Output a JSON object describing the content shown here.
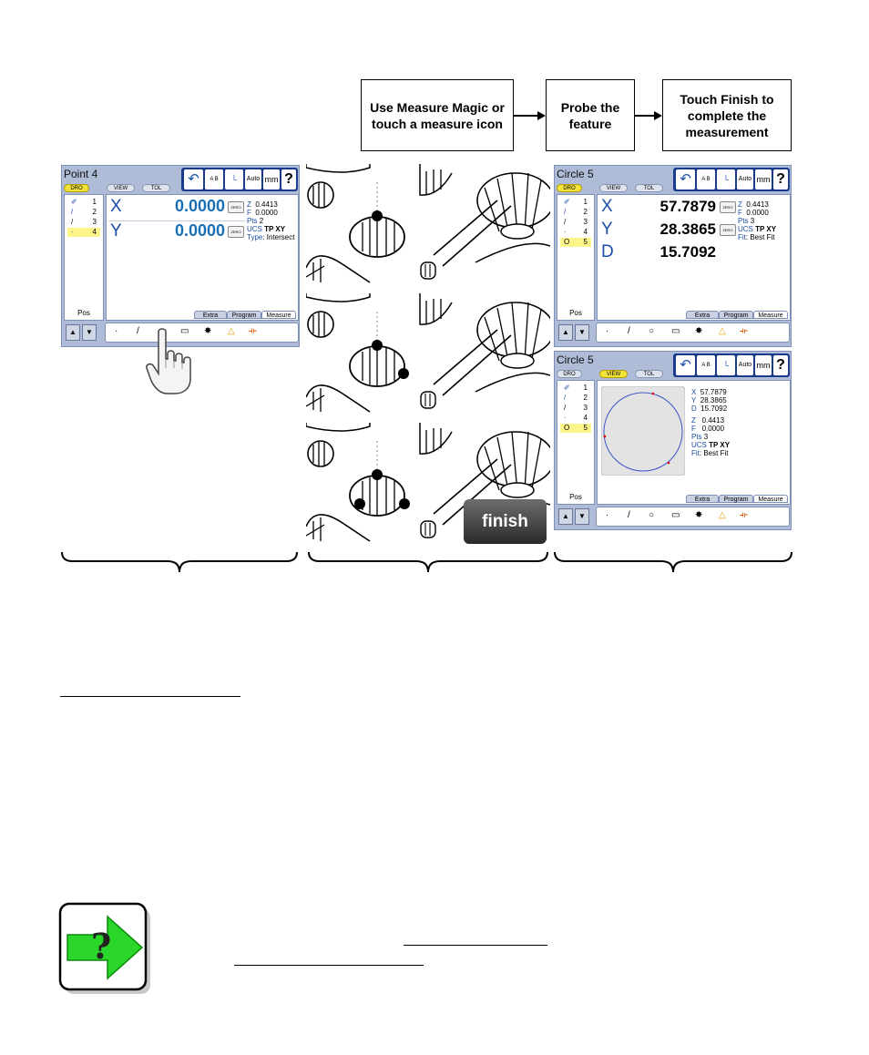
{
  "flow": {
    "box1": "Use Measure Magic or touch a measure icon",
    "box2": "Probe the feature",
    "box3": "Touch Finish to complete the measurement"
  },
  "screen_left": {
    "title": "Point 4",
    "dro": "DRO",
    "view": "VIEW",
    "tol": "TOL",
    "auto": "Auto",
    "mm": "mm",
    "help": "?",
    "list": [
      {
        "n": "1"
      },
      {
        "n": "2"
      },
      {
        "n": "3"
      },
      {
        "n": "4"
      }
    ],
    "pos": "Pos",
    "x_label": "X",
    "x_value": "0.0000",
    "y_label": "Y",
    "y_value": "0.0000",
    "zero": "ZERO",
    "info": {
      "z_k": "Z",
      "z_v": "0.4413",
      "f_k": "F",
      "f_v": "0.0000",
      "pts_k": "Pts",
      "pts_v": "2",
      "ucs_k": "UCS",
      "ucs_v": "TP XY",
      "type_k": "Type",
      "type_v": ": Intersect"
    },
    "tabs": [
      "Extra",
      "Program",
      "Measure"
    ]
  },
  "screen_right_top": {
    "title": "Circle 5",
    "dro": "DRO",
    "view": "VIEW",
    "tol": "TOL",
    "auto": "Auto",
    "mm": "mm",
    "help": "?",
    "list": [
      {
        "n": "1"
      },
      {
        "n": "2"
      },
      {
        "n": "3"
      },
      {
        "n": "4"
      },
      {
        "n": "5"
      }
    ],
    "pos": "Pos",
    "x_label": "X",
    "x_value": "57.7879",
    "y_label": "Y",
    "y_value": "28.3865",
    "d_label": "D",
    "d_value": "15.7092",
    "zero": "ZERO",
    "info": {
      "z_k": "Z",
      "z_v": "0.4413",
      "f_k": "F",
      "f_v": "0.0000",
      "pts_k": "Pts",
      "pts_v": "3",
      "ucs_k": "UCS",
      "ucs_v": "TP XY",
      "fit_k": "Fit",
      "fit_v": ": Best Fit"
    },
    "tabs": [
      "Extra",
      "Program",
      "Measure"
    ]
  },
  "screen_right_bottom": {
    "title": "Circle 5",
    "dro": "DRO",
    "view": "VIEW",
    "tol": "TOL",
    "auto": "Auto",
    "mm": "mm",
    "help": "?",
    "list": [
      {
        "n": "1"
      },
      {
        "n": "2"
      },
      {
        "n": "3"
      },
      {
        "n": "4"
      },
      {
        "n": "5"
      }
    ],
    "pos": "Pos",
    "info": {
      "x_k": "X",
      "x_v": "57.7879",
      "y_k": "Y",
      "y_v": "28.3865",
      "d_k": "D",
      "d_v": "15.7092",
      "z_k": "Z",
      "z_v": "0.4413",
      "f_k": "F",
      "f_v": "0.0000",
      "pts_k": "Pts",
      "pts_v": "3",
      "ucs_k": "UCS",
      "ucs_v": "TP XY",
      "fit_k": "Fit",
      "fit_v": ": Best Fit"
    },
    "tabs": [
      "Extra",
      "Program",
      "Measure"
    ]
  },
  "finish_label": "finish",
  "colors": {
    "screen_bg": "#aebcd8",
    "accent_blue": "#1a4ea8",
    "highlight": "#fbf58a",
    "note_green": "#2bd62b"
  },
  "icons": [
    "hand-pointer-icon",
    "point-tool-icon",
    "line-tool-icon",
    "circle-tool-icon",
    "slot-tool-icon",
    "measure-magic-icon",
    "angle-tool-icon",
    "distance-tool-icon",
    "help-note-icon"
  ]
}
